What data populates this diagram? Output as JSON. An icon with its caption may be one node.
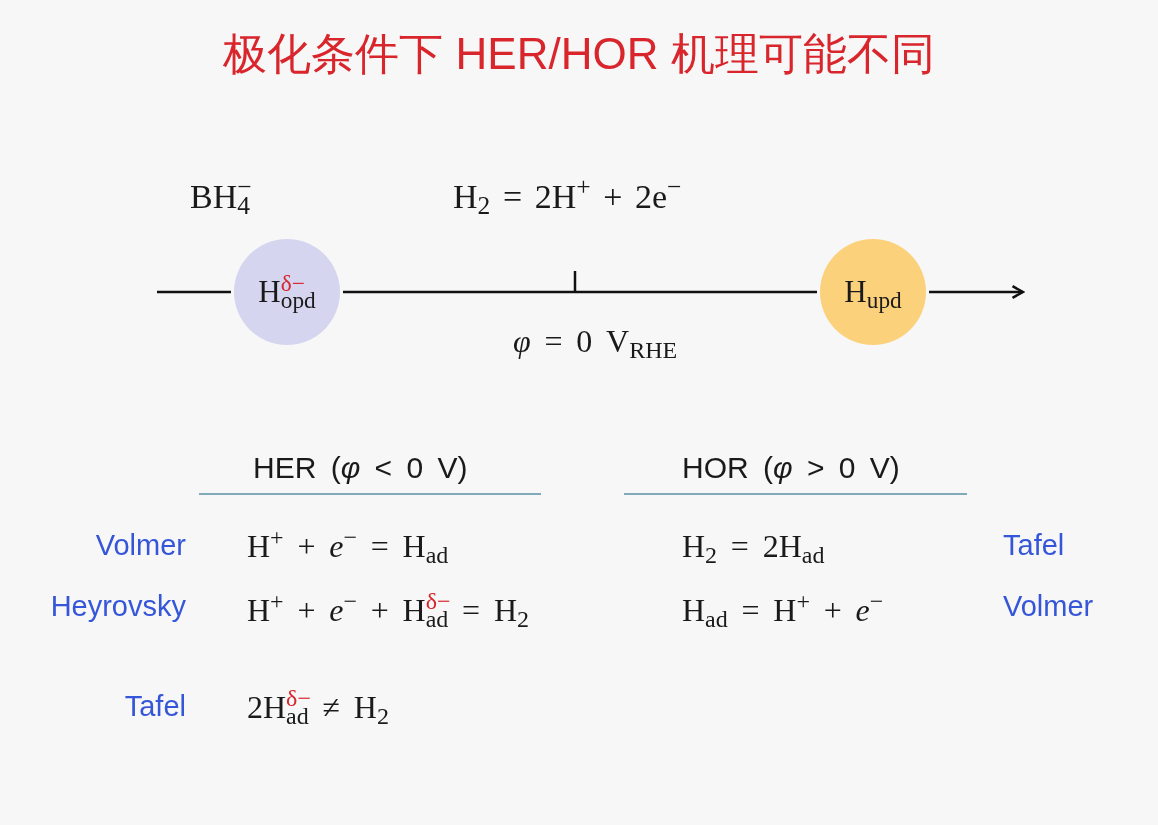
{
  "diagram": {
    "title": "极化条件下 HER/HOR 机理可能不同",
    "nodes": [
      {
        "text": [
          "H$^{δ−}$$_{opd}$"
        ]
      },
      {
        "text": [
          "H$_{upd}$"
        ]
      }
    ],
    "edges": [
      {
        "from": null,
        "to": 0,
        "arrow": "none"
      },
      {
        "from": 0,
        "to": 1,
        "arrow": "none"
      },
      {
        "from": 1,
        "to": null,
        "arrow": "to"
      }
    ],
    "labels": [
      "BH$_{4}$$^{−}$",
      "H$_{2}$ = 2H$^{+}$ + 2e$^{−}$",
      "*φ* = 0 V$_{RHE}$",
      "HER (*φ* < 0 V)",
      "HOR (*φ* > 0 V)",
      "Volmer",
      "H$^{+}$ + *e*$^{−}$ = H$_{ad}$",
      "H$_{2}$ = 2H$_{ad}$",
      "Tafel",
      "Heyrovsky",
      "H$^{+}$ + *e*$^{−}$ + H$^{δ−}$$_{ad}$ = H$_{2}$",
      "H$_{ad}$ = H$^{+}$ + *e*$^{−}$",
      "Volmer",
      "Tafel",
      "2H$^{δ−}$$_{ad}$ ≠ H$_{2}$"
    ]
  }
}
